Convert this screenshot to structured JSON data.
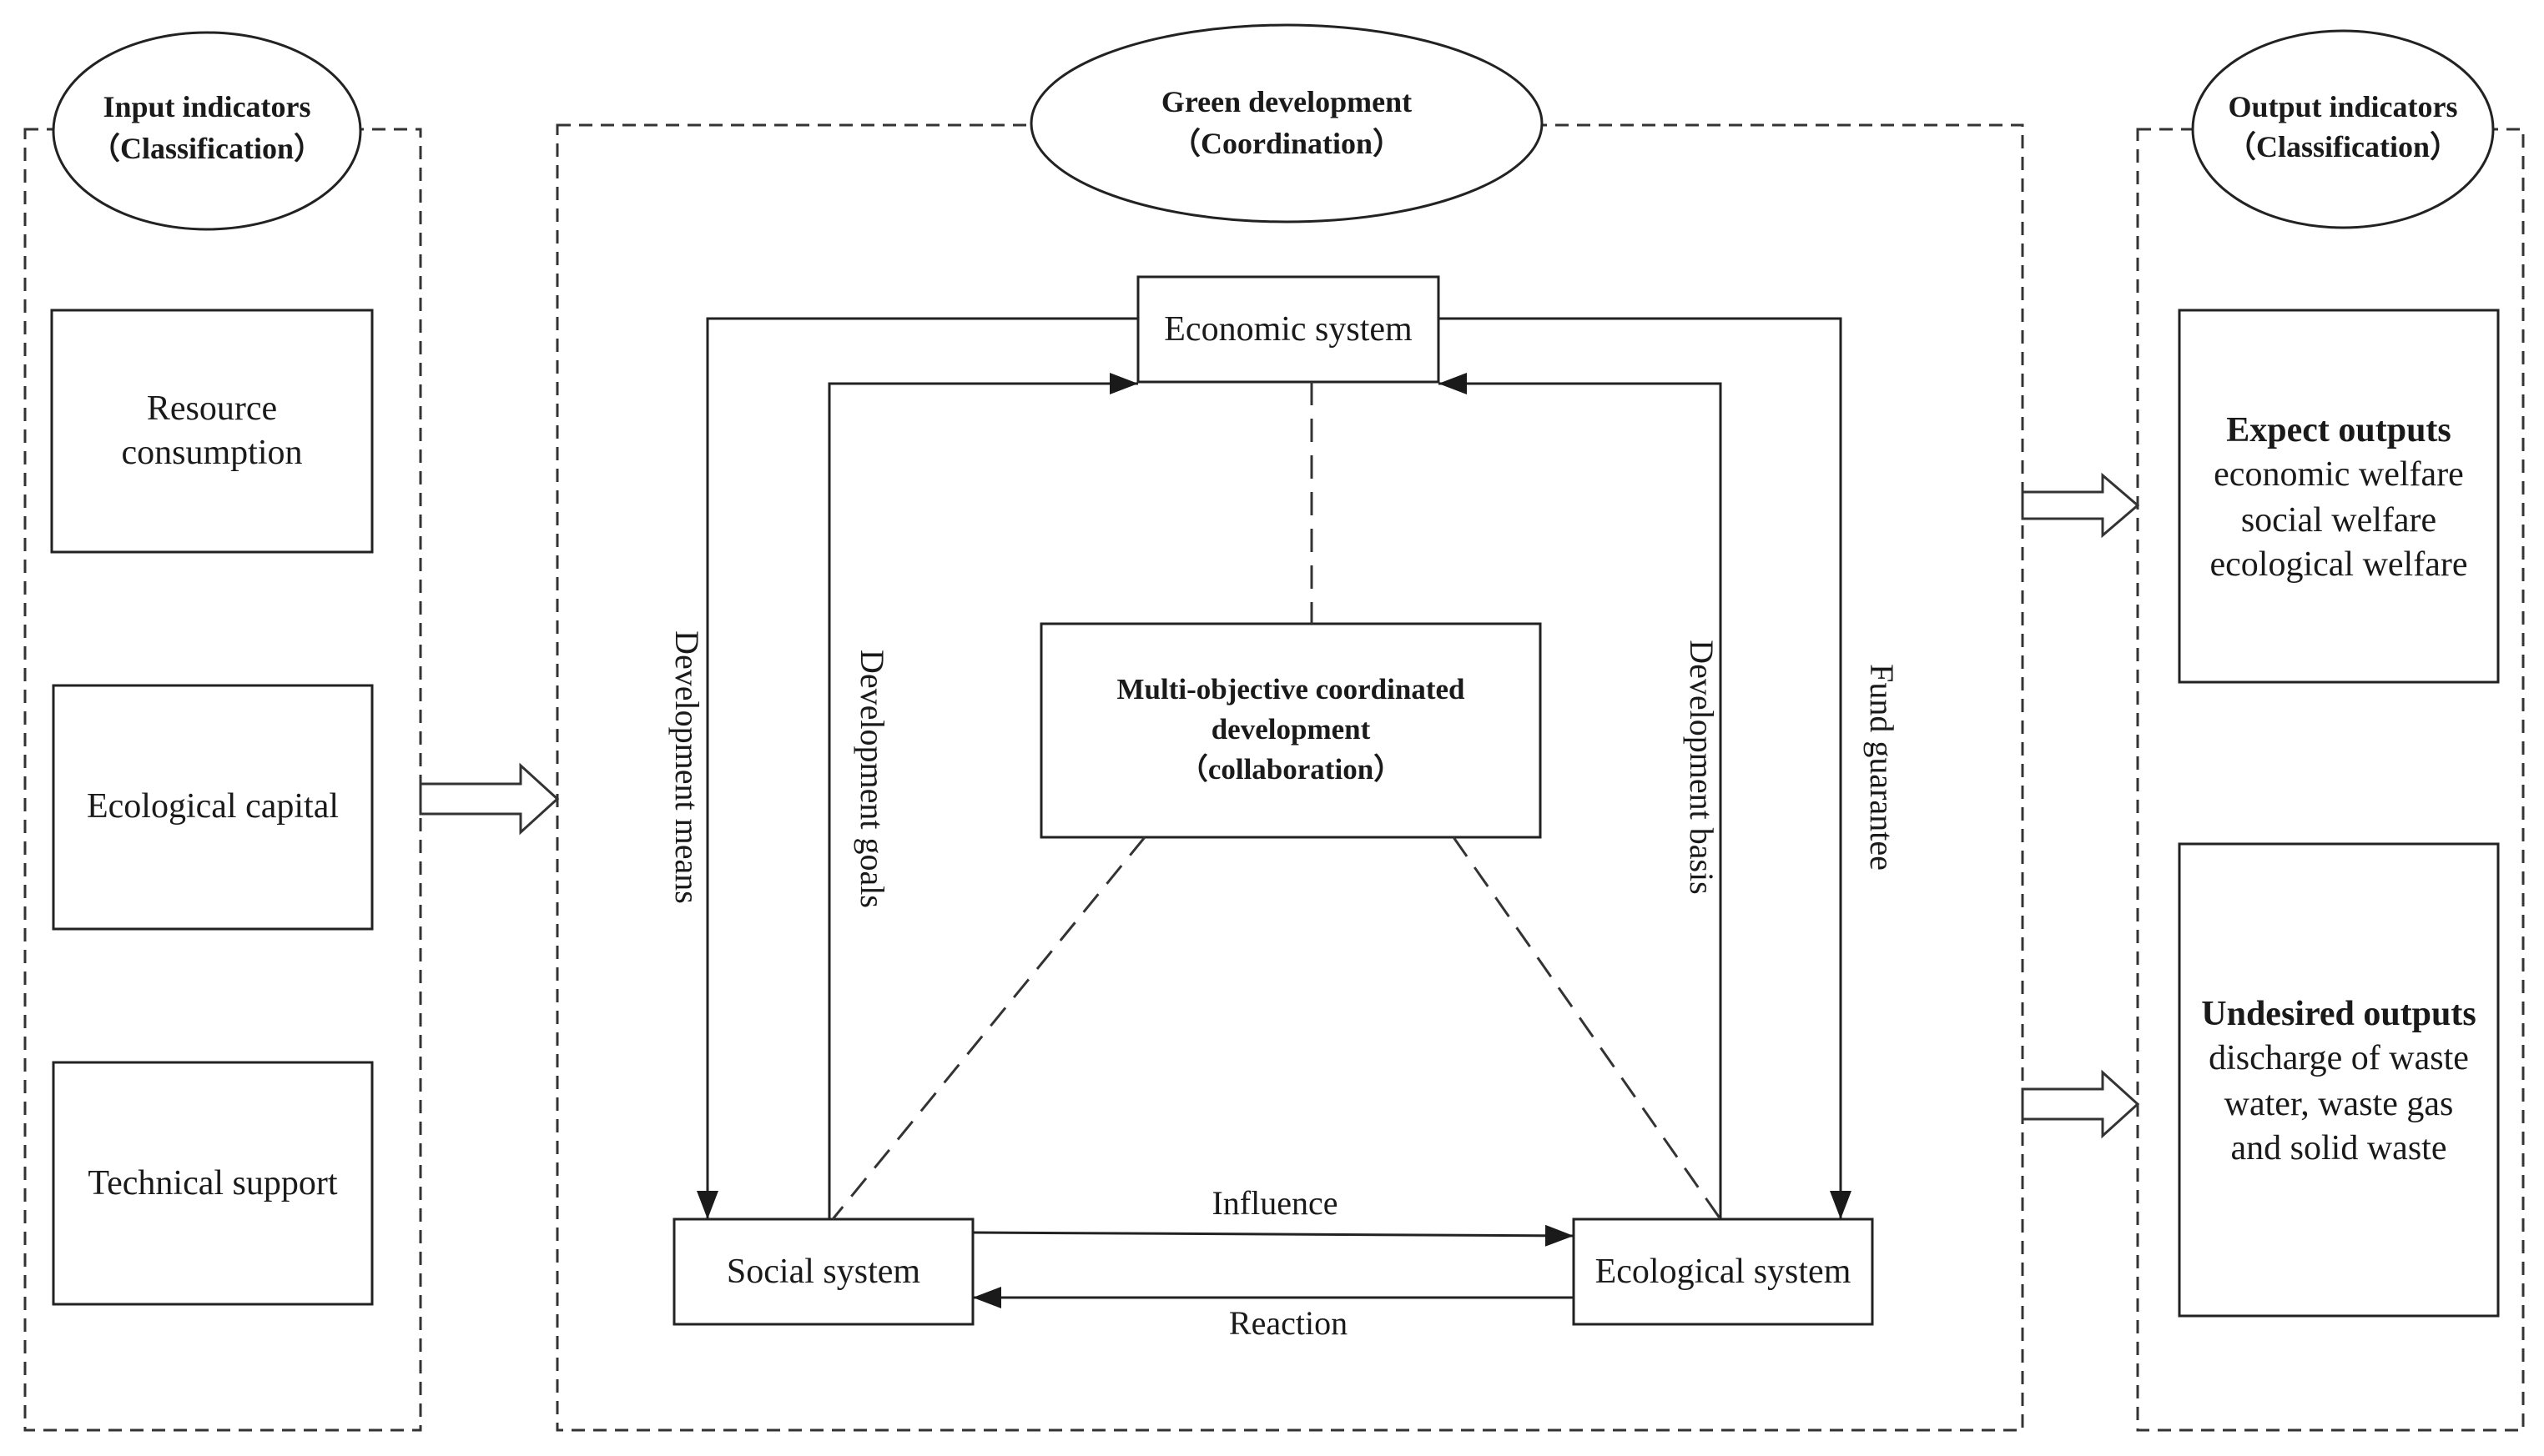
{
  "input_panel": {
    "title_line1": "Input indicators",
    "title_line2": "（Classification）",
    "boxes": [
      {
        "lines": [
          "Resource",
          "consumption"
        ]
      },
      {
        "lines": [
          "Ecological capital"
        ]
      },
      {
        "lines": [
          "Technical support"
        ]
      }
    ]
  },
  "center_panel": {
    "title_line1": "Green development",
    "title_line2": "（Coordination）",
    "economic_system": "Economic system",
    "social_system": "Social system",
    "ecological_system": "Ecological system",
    "center_box": {
      "line1": "Multi-objective coordinated",
      "line2": "development",
      "line3": "（collaboration）"
    },
    "edges": {
      "development_means": "Development means",
      "development_goals": "Development goals",
      "development_basis": "Development basis",
      "fund_guarantee": "Fund guarantee",
      "influence": "Influence",
      "reaction": "Reaction"
    }
  },
  "output_panel": {
    "title_line1": "Output indicators",
    "title_line2": "（Classification）",
    "expected": {
      "heading": "Expect outputs",
      "lines": [
        "economic welfare",
        "social welfare",
        "ecological welfare"
      ]
    },
    "undesired": {
      "heading": "Undesired outputs",
      "lines": [
        "discharge of waste",
        "water, waste gas",
        "and solid waste"
      ]
    }
  }
}
